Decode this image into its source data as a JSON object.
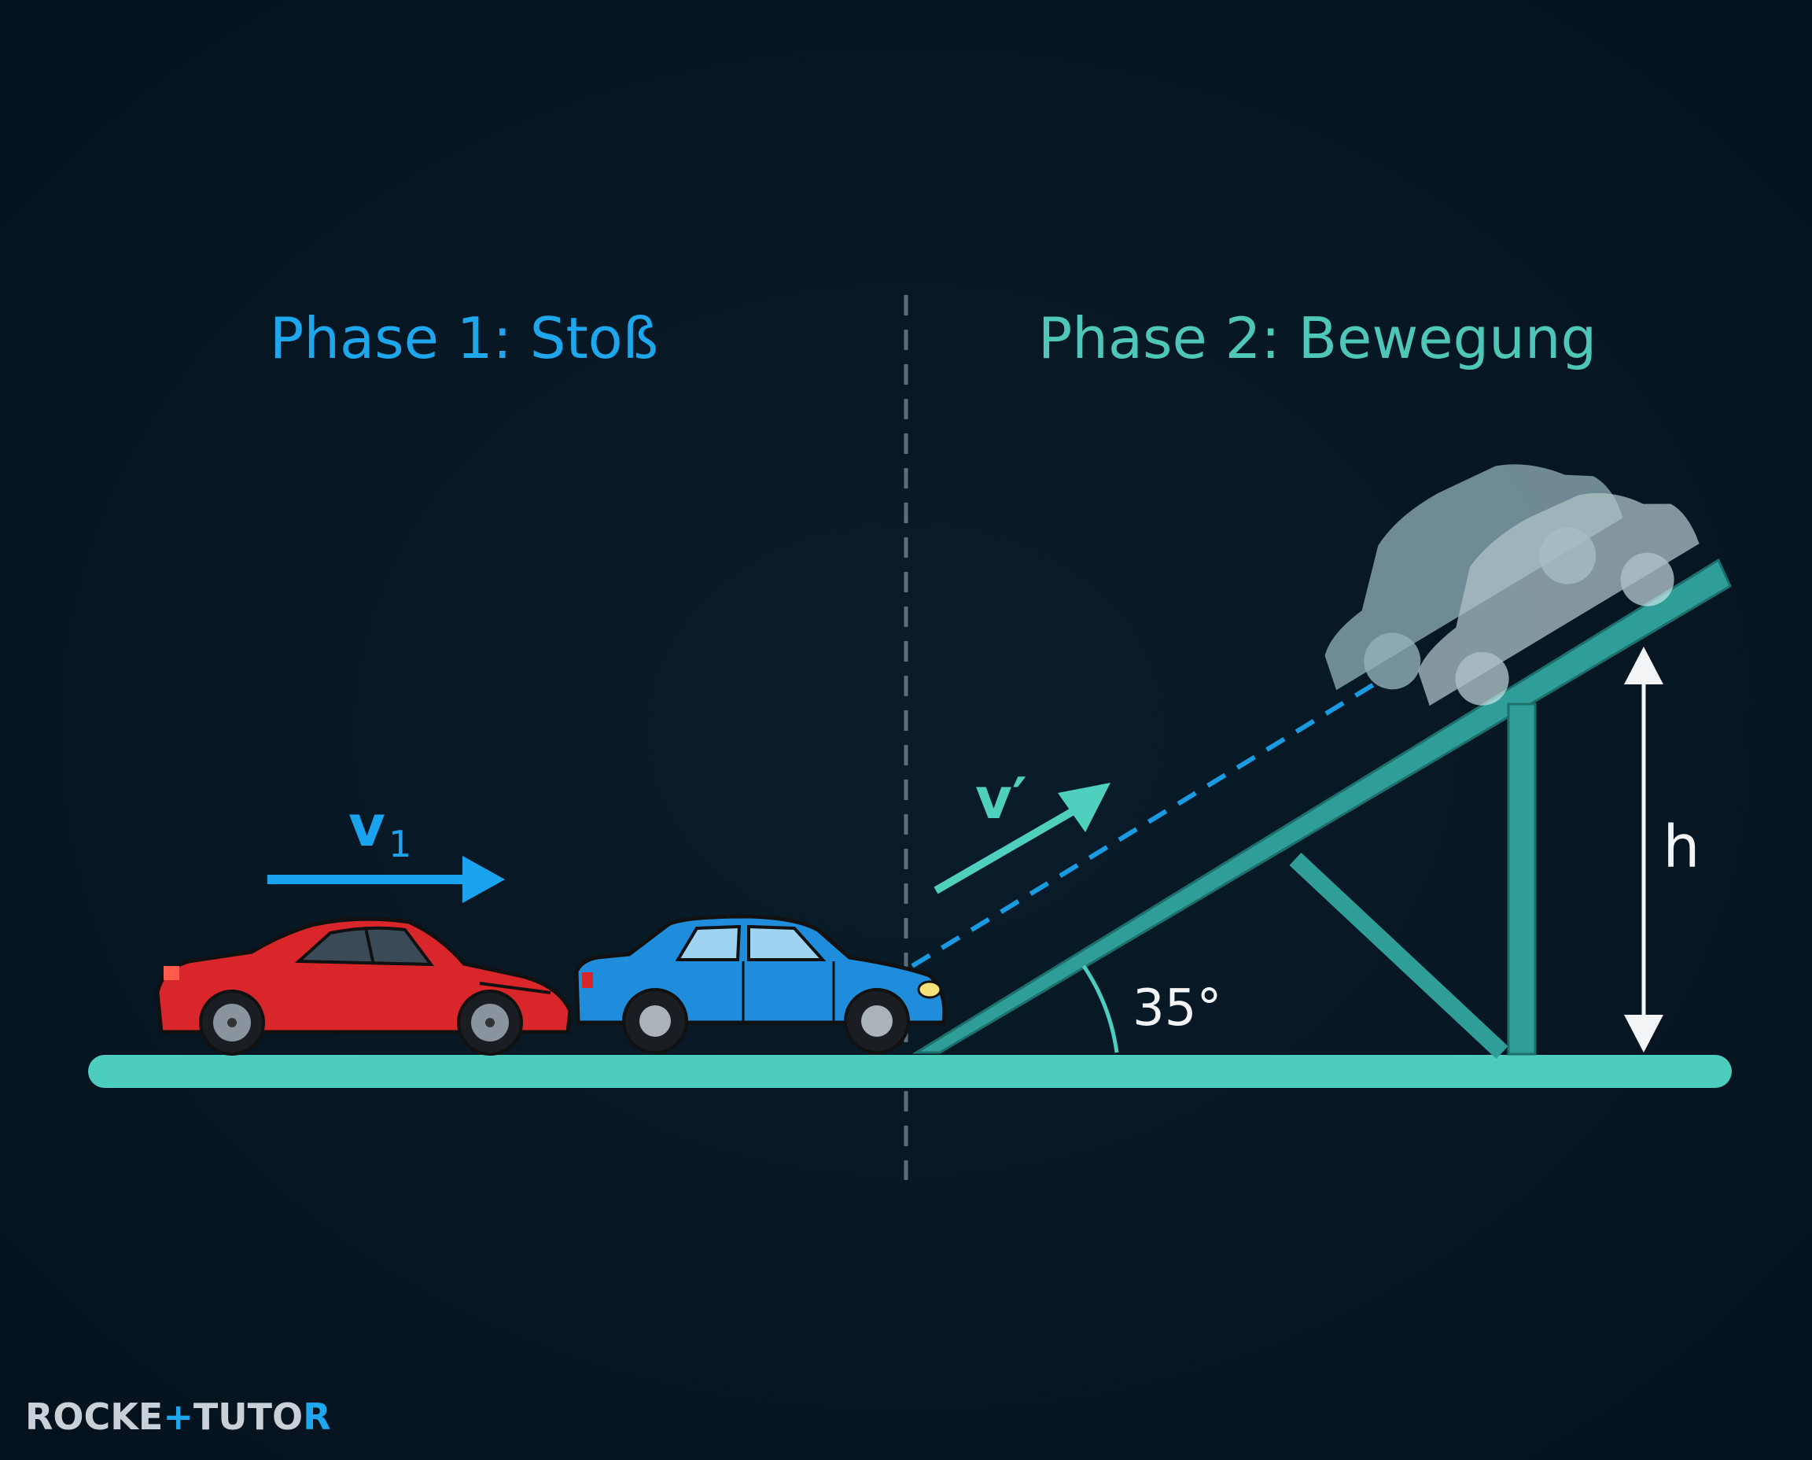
{
  "phase1": {
    "title": "Phase 1: Stoß",
    "color": "#1ea7ec"
  },
  "phase2": {
    "title": "Phase 2: Bewegung",
    "color": "#4fc7b8"
  },
  "labels": {
    "v1_main": "v",
    "v1_sub": "1",
    "v_prime": "v′",
    "angle": "35°",
    "height": "h"
  },
  "colors": {
    "background": "#04121d",
    "ground": "#4ccdbd",
    "ramp": "#2f9e98",
    "divider": "#5d6e79",
    "v1_arrow": "#1aa3ee",
    "v_prime_arrow": "#4fd0be",
    "trajectory": "#1a9ae0",
    "red_car": "#d8262a",
    "blue_car": "#1f8ddb",
    "ghost_car": "#cfeaf0",
    "text_light": "#f2f4f5"
  },
  "brand": {
    "part1": "ROCKE",
    "part2": "TUTO",
    "part3": "R"
  },
  "icons": [
    "red-sports-car-icon",
    "blue-sedan-icon",
    "ghost-car-icon",
    "height-arrow-icon"
  ]
}
